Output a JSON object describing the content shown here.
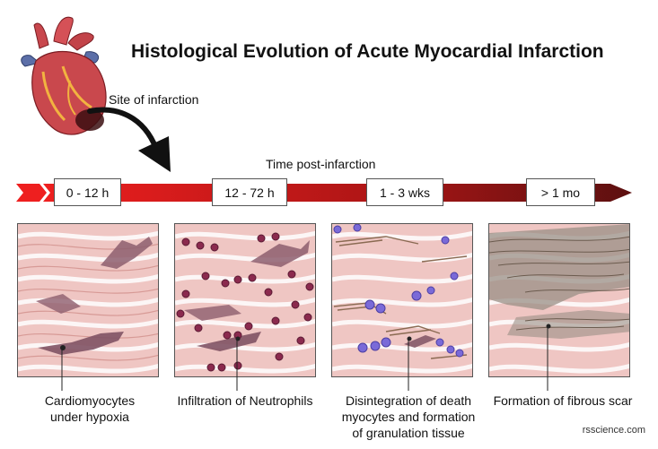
{
  "title": "Histological Evolution of Acute Myocardial Infarction",
  "site_label": "Site of infarction",
  "timeline": {
    "label": "Time post-infarction",
    "stages": [
      "0 - 12 h",
      "12 - 72 h",
      "1 - 3 wks",
      "> 1 mo"
    ]
  },
  "panels": [
    {
      "caption_line1": "Cardiomyocytes",
      "caption_line2": "under hypoxia",
      "caption_line3": ""
    },
    {
      "caption_line1": "Infiltration of Neutrophils",
      "caption_line2": "",
      "caption_line3": ""
    },
    {
      "caption_line1": "Disintegration of death",
      "caption_line2": "myocytes and formation",
      "caption_line3": "of granulation tissue"
    },
    {
      "caption_line1": "Formation of fibrous scar",
      "caption_line2": "",
      "caption_line3": ""
    }
  ],
  "credit": "rsscience.com",
  "colors": {
    "tissue_pink": "#efc6c3",
    "fiber_dark": "#d79a96",
    "neutrophil": "#8b2a4e",
    "macrophage": "#7a6ad8",
    "scar": "#9a8f86",
    "arrow_dark": "#6b1111",
    "arrow_red": "#e21d1d"
  }
}
